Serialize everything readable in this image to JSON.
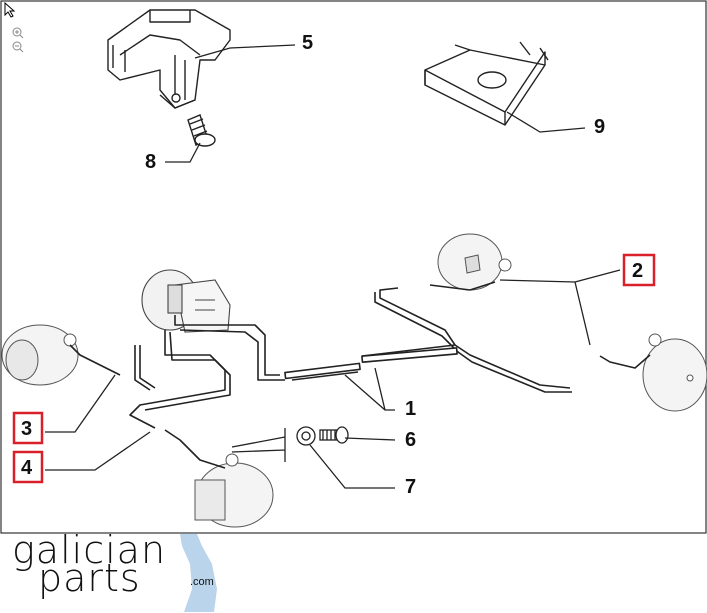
{
  "diagram": {
    "callouts": [
      {
        "id": "1",
        "label": "1",
        "highlighted": false
      },
      {
        "id": "2",
        "label": "2",
        "highlighted": true
      },
      {
        "id": "3",
        "label": "3",
        "highlighted": true
      },
      {
        "id": "4",
        "label": "4",
        "highlighted": true
      },
      {
        "id": "5",
        "label": "5",
        "highlighted": false
      },
      {
        "id": "6",
        "label": "6",
        "highlighted": false
      },
      {
        "id": "7",
        "label": "7",
        "highlighted": false
      },
      {
        "id": "8",
        "label": "8",
        "highlighted": false
      },
      {
        "id": "9",
        "label": "9",
        "highlighted": false
      }
    ],
    "highlight_color": "#d9202a",
    "line_color": "#222222"
  },
  "toolbar": {
    "icons": [
      "cursor-icon",
      "zoom-in-icon",
      "zoom-out-icon"
    ]
  },
  "logo": {
    "line1": "galician",
    "line2": "parts",
    "suffix": ".com",
    "accent_color": "#a9c9e6"
  }
}
